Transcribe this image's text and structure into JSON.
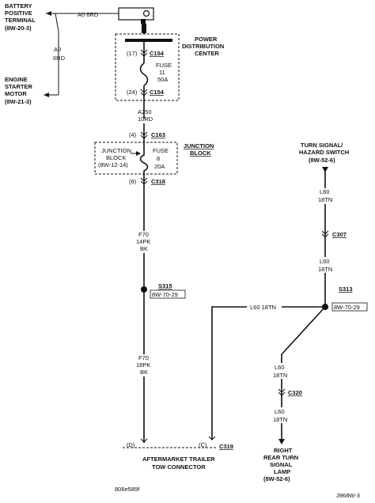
{
  "battery": {
    "line1": "BATTERY",
    "line2": "POSITIVE",
    "line3": "TERMINAL",
    "ref": "(8W-20-3)"
  },
  "starter": {
    "line1": "ENGINE",
    "line2": "STARTER",
    "line3": "MOTOR",
    "ref": "(8W-21-3)"
  },
  "wire_a0_top": "A0 6RD",
  "wire_a0_side_1": "A0",
  "wire_a0_side_2": "6RD",
  "pdc": {
    "line1": "POWER",
    "line2": "DISTRIBUTION",
    "line3": "CENTER",
    "pin_top": "(17)",
    "conn_top": "C154",
    "fuse_l1": "FUSE",
    "fuse_l2": "11",
    "fuse_l3": "50A",
    "pin_bot": "(24)",
    "conn_bot": "C154"
  },
  "wire_a250_1": "A250",
  "wire_a250_2": "10RD",
  "c163_pin": "(4)",
  "c163": "C163",
  "jb": {
    "line1": "JUNCTION",
    "line2": "BLOCK",
    "inner1": "JUNCTION",
    "inner2": "BLOCK",
    "inner3": "(8W-12-14)",
    "fuse_l1": "FUSE",
    "fuse_l2": "8",
    "fuse_l3": "20A"
  },
  "c318_pin": "(8)",
  "c318": "C318",
  "wire_f70a_1": "F70",
  "wire_f70a_2": "14PK",
  "wire_f70a_3": "BK",
  "s315": "S315",
  "s315_ref": "8W-70-29",
  "wire_f70b_1": "F70",
  "wire_f70b_2": "18PK",
  "wire_f70b_3": "BK",
  "turn_switch": {
    "line1": "TURN SIGNAL/",
    "line2": "HAZARD SWITCH",
    "ref": "(8W-52-6)"
  },
  "wire_l60a_1": "L60",
  "wire_l60a_2": "18TN",
  "c307": "C307",
  "wire_l60b_1": "L60",
  "wire_l60b_2": "18TN",
  "s313": "S313",
  "s313_ref": "8W-70-29",
  "wire_l60_horiz": "L60 18TN",
  "wire_l60c_1": "L60",
  "wire_l60c_2": "18TN",
  "c320": "C320",
  "wire_l60d_1": "L60",
  "wire_l60d_2": "18TN",
  "c319_pin_d": "(D)",
  "c319_pin_c": "(C)",
  "c319": "C319",
  "trailer": {
    "line1": "AFTERMARKET TRAILER",
    "line2": "TOW CONNECTOR"
  },
  "lamp": {
    "line1": "RIGHT",
    "line2": "REAR TURN",
    "line3": "SIGNAL",
    "line4": "LAMP",
    "ref": "(8W-52-6)"
  },
  "footer_left": "806e589f",
  "footer_right": "J968W-3"
}
